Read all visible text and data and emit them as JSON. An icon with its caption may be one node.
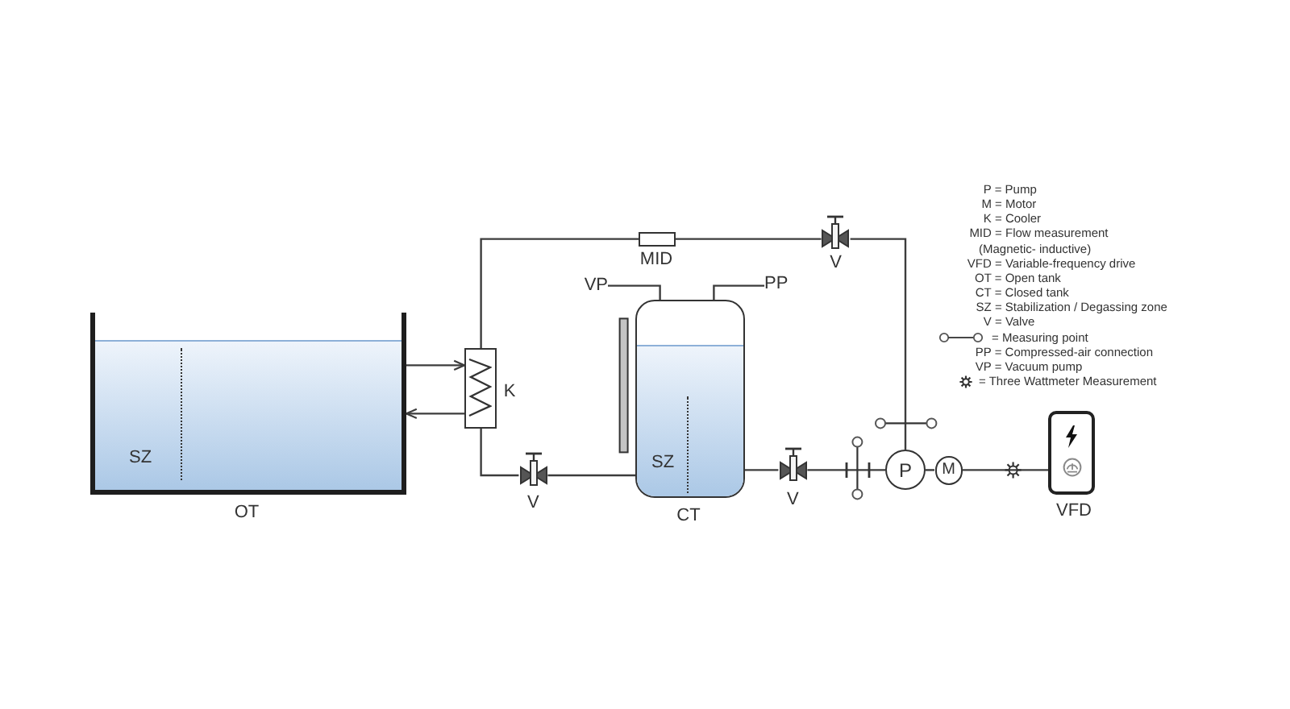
{
  "diagram": {
    "nodes": [
      {
        "text": [
          "SZ"
        ],
        "beside": [
          "OT"
        ]
      },
      {
        "text": [],
        "shape": "box",
        "beside": [
          "K"
        ]
      },
      {
        "text": [],
        "shape": "box",
        "beside": [
          "MID"
        ]
      },
      {
        "text": [],
        "shape": "valve",
        "beside": [
          "V"
        ]
      },
      {
        "text": [
          "VP"
        ]
      },
      {
        "text": [
          "PP"
        ]
      },
      {
        "text": [
          "SZ"
        ],
        "beside": [
          "CT"
        ]
      },
      {
        "text": [],
        "shape": "valve",
        "beside": [
          "V"
        ]
      },
      {
        "text": [],
        "shape": "valve",
        "beside": [
          "V"
        ]
      },
      {
        "text": [
          "P"
        ]
      },
      {
        "text": [
          "M"
        ]
      },
      {
        "text": [],
        "shape": "box",
        "beside": [
          "VFD"
        ]
      }
    ],
    "edges": [
      {
        "from": 0,
        "to": 1,
        "arrow": "to"
      },
      {
        "from": 1,
        "to": 0,
        "arrow": "to"
      },
      {
        "from": 1,
        "to": 2,
        "arrow": "none"
      },
      {
        "from": 2,
        "to": 3,
        "arrow": "none"
      },
      {
        "from": 3,
        "to": 9,
        "arrow": "none"
      },
      {
        "from": 1,
        "to": 7,
        "arrow": "none"
      },
      {
        "from": 7,
        "to": 6,
        "arrow": "none"
      },
      {
        "from": 6,
        "to": 8,
        "arrow": "none"
      },
      {
        "from": 8,
        "to": 9,
        "arrow": "none"
      },
      {
        "from": 9,
        "to": 10,
        "arrow": "none"
      },
      {
        "from": 10,
        "to": 11,
        "arrow": "none"
      },
      {
        "from": 4,
        "to": 6,
        "arrow": "none"
      },
      {
        "from": 5,
        "to": 6,
        "arrow": "none"
      }
    ],
    "legend": [
      {
        "text": "P = Pump"
      },
      {
        "text": "M = Motor"
      },
      {
        "text": "K = Cooler"
      },
      {
        "text": "MID = Flow measurement (Magnetic- inductive)"
      },
      {
        "text": "VFD = Variable-frequency drive"
      },
      {
        "text": "OT = Open tank"
      },
      {
        "text": "CT = Closed tank"
      },
      {
        "text": "SZ = Stabilization / Degassing zone"
      },
      {
        "text": "V = Valve"
      },
      {
        "text": "= Measuring point"
      },
      {
        "text": "PP = Compressed-air connection"
      },
      {
        "text": "VP = Vacuum pump"
      },
      {
        "text": "= Three Wattmeter Measurement"
      }
    ]
  }
}
